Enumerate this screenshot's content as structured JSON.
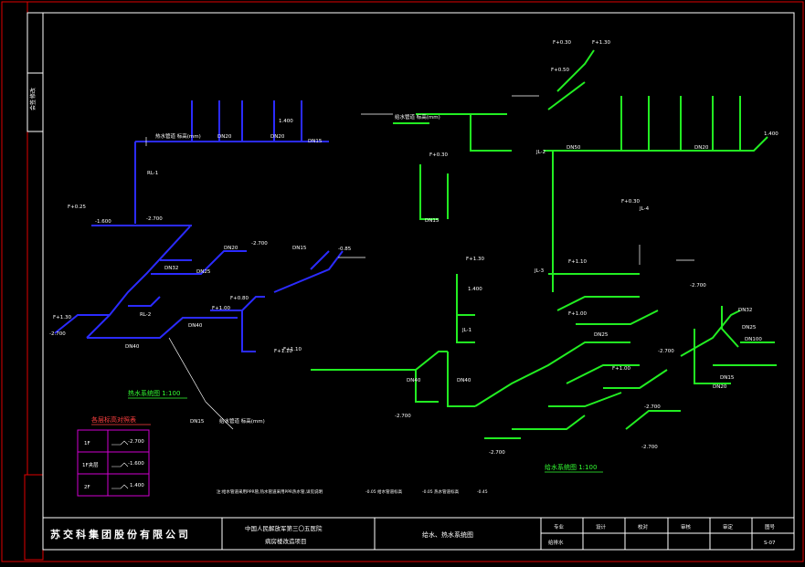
{
  "colors": {
    "background": "#000000",
    "frame": "#e00000",
    "border": "#ffffff",
    "hot_pipe": "#2b2bff",
    "cold_pipe": "#22ee22",
    "dim_text": "#ffffff",
    "legend_box": "#d000d0",
    "title_green": "#33ff33"
  },
  "side_strip": {
    "label_top": "修改",
    "label_bottom": "会签"
  },
  "left_system_title": "热水系统图 1:100",
  "right_system_title": "给水系统图 1:100",
  "floor_legend": {
    "title": "各层标高对照表",
    "rows": [
      {
        "floor": "1F",
        "elev": "-2.700"
      },
      {
        "floor": "1F夹层",
        "elev": "-1.600"
      },
      {
        "floor": "2F",
        "elev": "1.400"
      }
    ]
  },
  "notes": [
    "注:给水管道采用PPR管,热水管道采用PPR热水管,详见说明",
    "-0.05 给水管道标高",
    "-0.05 热水管道标高",
    "-0.45"
  ],
  "title_block": {
    "company": "苏交科集团股份有限公司",
    "project_line1": "中国人民解放军第三〇五医院",
    "project_line2": "病房楼改造项目",
    "drawing_name": "给水、热水系统图",
    "headers": [
      "专业",
      "设计",
      "校对",
      "审核",
      "审定",
      "图号"
    ],
    "discipline": "给排水",
    "drawing_no": "S-07"
  },
  "labels": {
    "riser_rl1": "RL-1",
    "riser_rl2": "RL-2",
    "riser_jl1": "JL-1",
    "riser_jl2": "JL-2",
    "riser_jl3": "JL-3",
    "riser_jl4": "JL-4",
    "elev_f025": "F+0.25",
    "elev_f030": "F+0.30",
    "elev_f080": "F+0.80",
    "elev_f100": "F+1.00",
    "elev_f110": "F+1.10",
    "elev_f130": "F+1.30",
    "elev_f050": "F+0.50",
    "elev_1600": "-1.600",
    "elev_2700": "-2.700",
    "elev_1400": "1.400",
    "elev_085": "-0.85",
    "dn15": "DN15",
    "dn20": "DN20",
    "dn25": "DN25",
    "dn32": "DN32",
    "dn40": "DN40",
    "dn50": "DN50",
    "dn100": "DN100",
    "hot_pipe_note": "热水管道 标高(mm)",
    "cold_pipe_note": "给水管道 标高(mm)"
  }
}
